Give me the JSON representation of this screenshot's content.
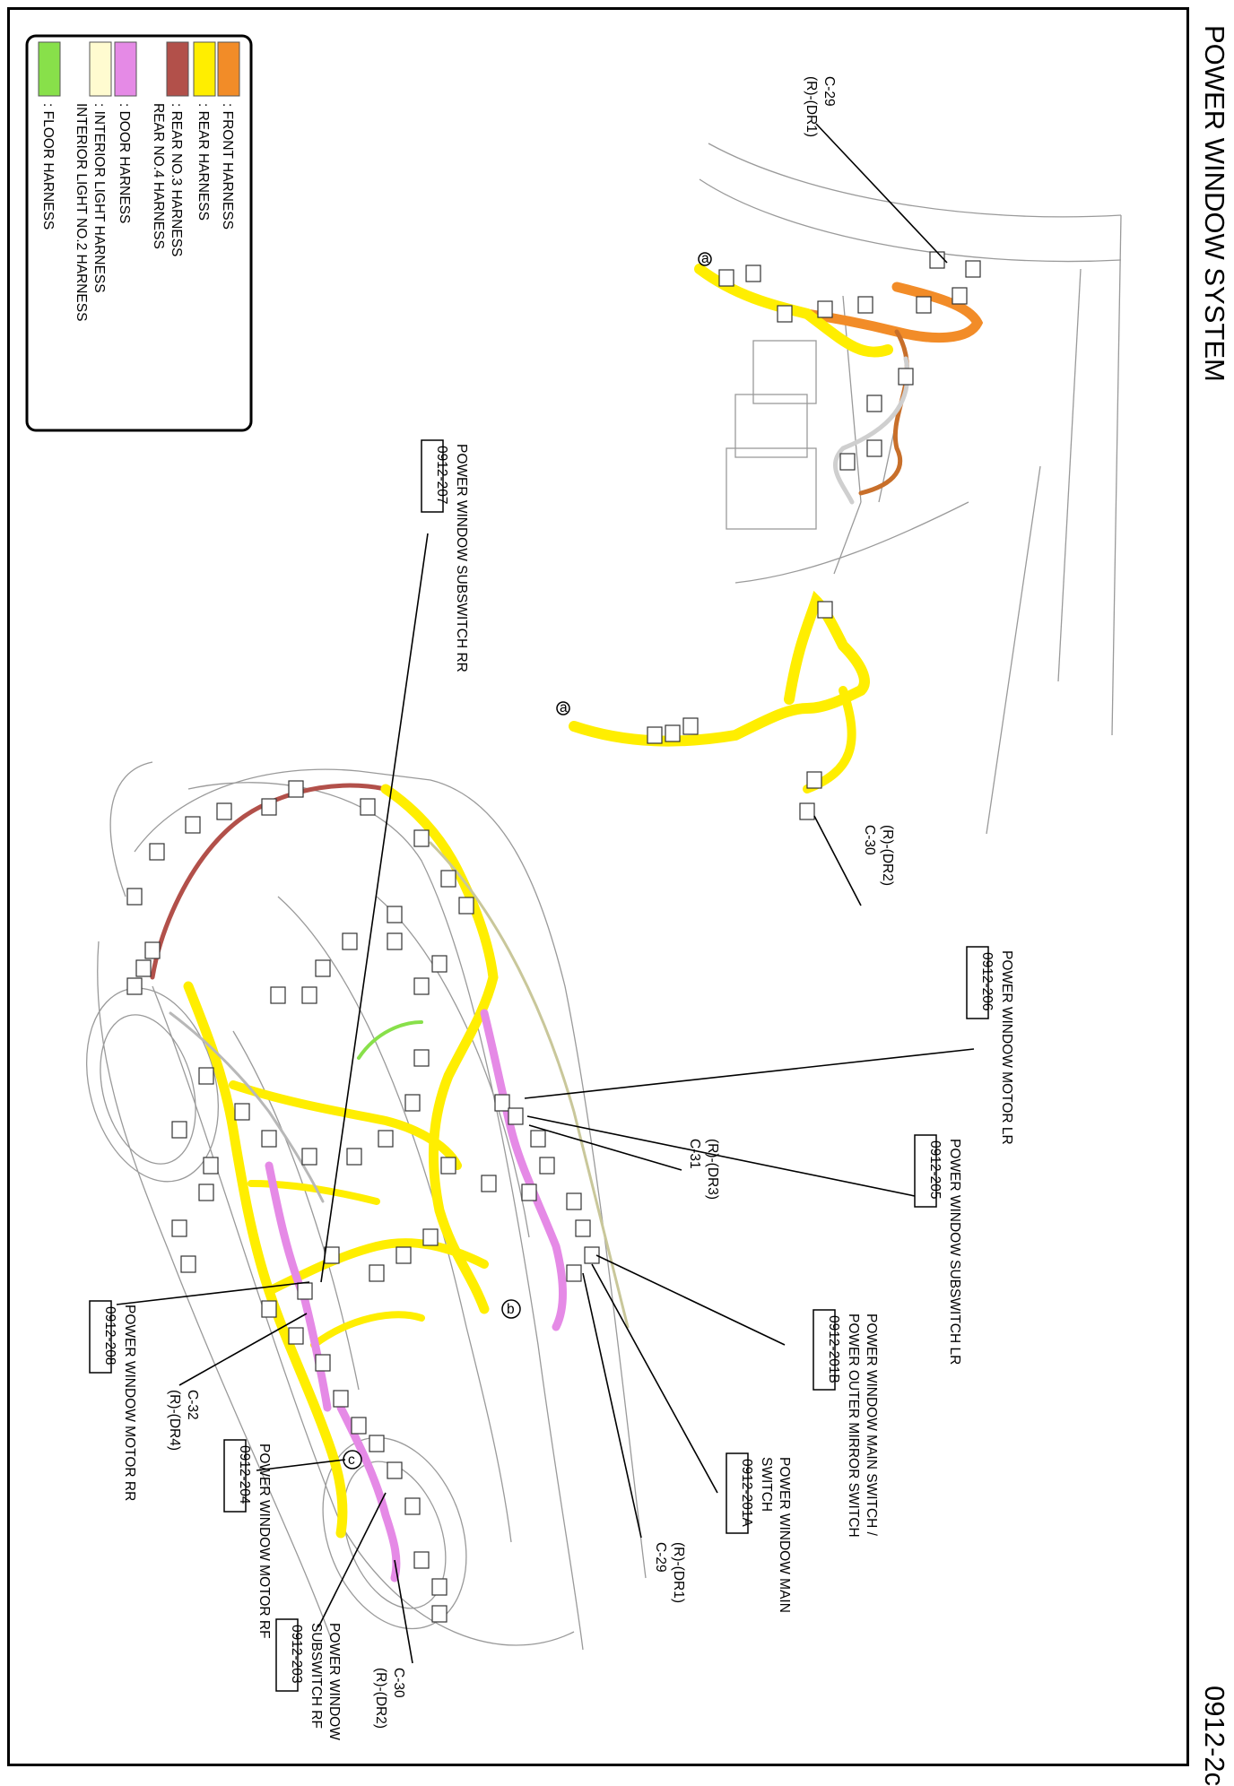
{
  "page": {
    "title": "POWER WINDOW SYSTEM",
    "code": "0912-2c"
  },
  "legend": {
    "items": [
      {
        "color": "#f28c28",
        "lines": [
          ": FRONT HARNESS"
        ]
      },
      {
        "color": "#ffee00",
        "lines": [
          ": REAR HARNESS"
        ]
      },
      {
        "color": "#b2504a",
        "lines": [
          ": REAR NO.3 HARNESS",
          "  REAR NO.4 HARNESS"
        ]
      },
      {
        "color": "#e58ae6",
        "lines": [
          ": DOOR HARNESS"
        ]
      },
      {
        "color": "#fffbd0",
        "lines": [
          ": INTERIOR LIGHT HARNESS",
          "  INTERIOR LIGHT NO.2 HARNESS"
        ]
      },
      {
        "color": "#88e04a",
        "lines": [
          ": FLOOR HARNESS"
        ]
      }
    ]
  },
  "callouts": {
    "c29_top": {
      "lines": [
        "C-29",
        "(R)-(DR1)"
      ]
    },
    "c30_top": {
      "lines": [
        "(R)-(DR2)",
        "C-30"
      ]
    },
    "sub_rr": {
      "code": "0912-207",
      "lines": [
        "POWER WINDOW SUBSWITCH RR"
      ]
    },
    "motor_lr": {
      "code": "0912-206",
      "lines": [
        "POWER WINDOW MOTOR LR"
      ]
    },
    "sub_lr": {
      "code": "0912-205",
      "lines": [
        "POWER WINDOW SUBSWITCH LR"
      ]
    },
    "c31": {
      "lines": [
        "(R)-(DR3)",
        "C-31"
      ]
    },
    "main_mirror": {
      "code": "0912-201B",
      "lines": [
        "POWER WINDOW MAIN SWITCH /",
        "POWER OUTER MIRROR SWITCH"
      ]
    },
    "main_switch": {
      "code": "0912-201A",
      "lines": [
        "POWER WINDOW MAIN",
        "SWITCH"
      ]
    },
    "c29_bottom": {
      "lines": [
        "(R)-(DR1)",
        "C-29"
      ]
    },
    "c30_bottom": {
      "lines": [
        "C-30",
        "(R)-(DR2)"
      ]
    },
    "sub_rf": {
      "code": "0912-203",
      "lines": [
        "POWER WINDOW",
        "SUBSWITCH RF"
      ]
    },
    "motor_rf": {
      "code": "0912-204",
      "lines": [
        "POWER WINDOW MOTOR RF"
      ]
    },
    "c32": {
      "lines": [
        "C-32",
        "(R)-(DR4)"
      ]
    },
    "motor_rr": {
      "code": "0912-208",
      "lines": [
        "POWER WINDOW MOTOR RR"
      ]
    }
  },
  "ground_marks": {
    "a": "a",
    "b": "b",
    "c": "c"
  },
  "colors": {
    "front": "#f28c28",
    "rear": "#ffee00",
    "rear3": "#b2504a",
    "door": "#e58ae6",
    "interior": "#fffbd0",
    "floor": "#88e04a"
  }
}
